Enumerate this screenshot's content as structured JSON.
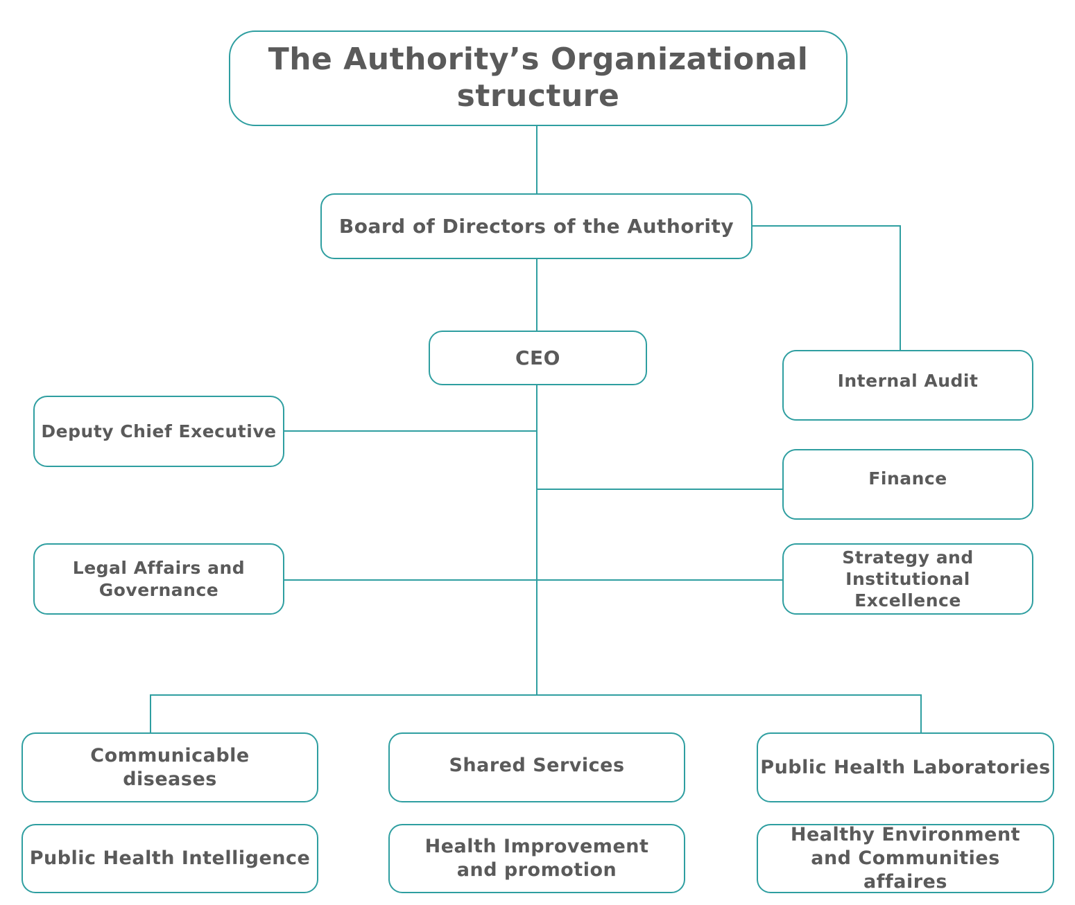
{
  "chart": {
    "title": "The Authority’s Organizational structure",
    "board": "Board of Directors of the Authority",
    "ceo": "CEO",
    "internal_audit": "Internal Audit",
    "deputy": "Deputy Chief Executive",
    "finance": "Finance",
    "legal": "Legal Affairs and Governance",
    "strategy": "Strategy and Institutional Excellence",
    "departments": [
      "Communicable diseases",
      "Shared Services",
      "Public Health Laboratories",
      "Public Health Intelligence",
      "Health Improvement and promotion",
      "Healthy Environment and Communities affaires"
    ]
  },
  "colors": {
    "line": "#2e9ea0",
    "text": "#5a5a5a"
  }
}
